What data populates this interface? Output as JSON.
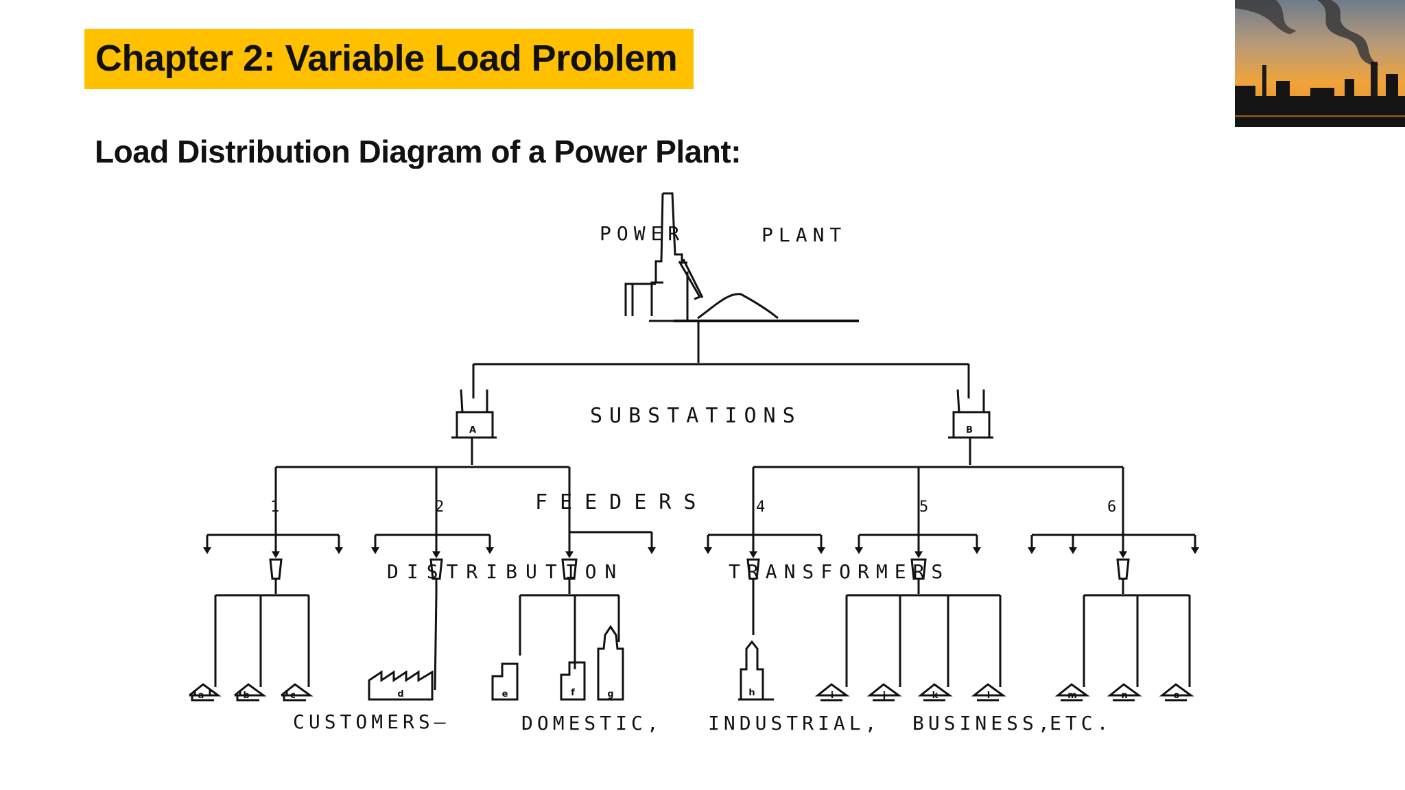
{
  "slide": {
    "title": "Chapter 2: Variable Load Problem",
    "subtitle": "Load Distribution Diagram of a Power Plant:",
    "accent_color": "#ffc000"
  },
  "photo": {
    "icon": "industrial-smokestack-sunset-photo"
  },
  "diagram": {
    "power_plant": [
      "POWER",
      "PLANT"
    ],
    "substations_label": "SUBSTATIONS",
    "substations": [
      "A",
      "B"
    ],
    "feeders_label": "FEEDERS",
    "feeders": [
      "1",
      "2",
      "4",
      "5",
      "6"
    ],
    "distribution_label": "DISTRIBUTION",
    "transformers_label": "TRANSFORMERS",
    "customers": [
      "a",
      "b",
      "c",
      "d",
      "e",
      "f",
      "g",
      "h",
      "i",
      "j",
      "k",
      "l",
      "m",
      "n",
      "o"
    ],
    "customers_caption": [
      "CUSTOMERS—",
      "DOMESTIC,",
      "INDUSTRIAL,",
      "BUSINESS,",
      "ETC."
    ]
  }
}
